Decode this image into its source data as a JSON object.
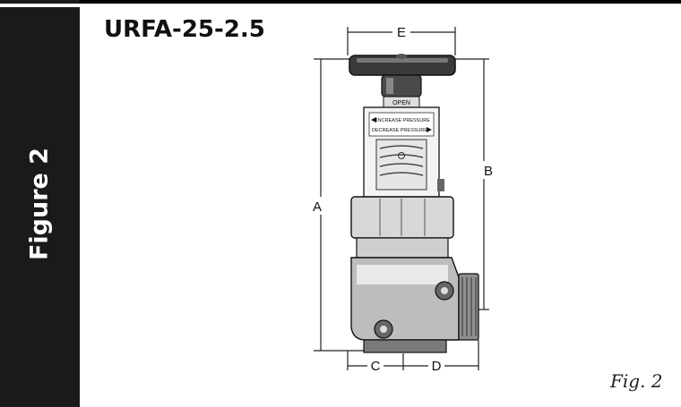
{
  "sidebar": {
    "label": "Figure 2"
  },
  "model": "URFA-25-2.5",
  "drawing": {
    "dim_labels": {
      "A": "A",
      "B": "B",
      "C": "C",
      "D": "D",
      "E": "E"
    },
    "bonnet_text": {
      "open": "OPEN",
      "increase": "INCREASE PRESSURE",
      "decrease": "DECREASE PRESSURE"
    }
  },
  "caption": "Fig. 2"
}
